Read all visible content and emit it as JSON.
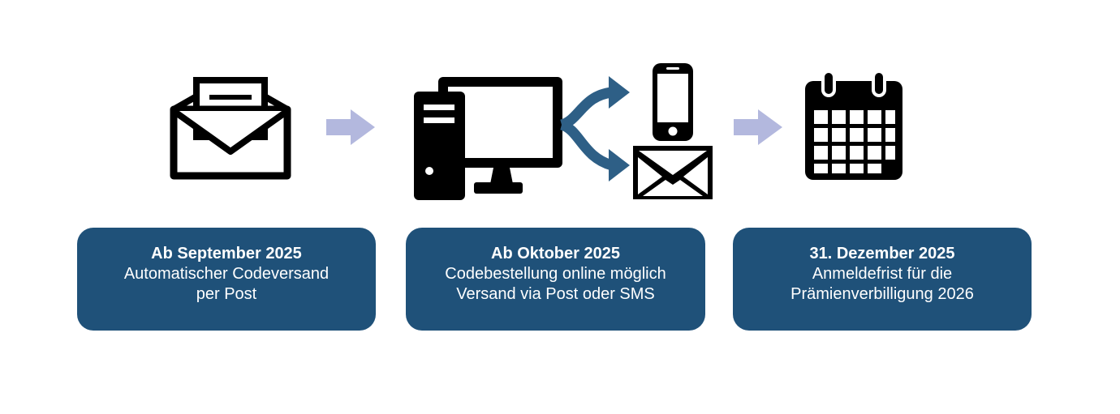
{
  "steps": [
    {
      "title": "Ab September 2025",
      "lines": [
        "Automatischer Codeversand",
        "per Post"
      ]
    },
    {
      "title": "Ab Oktober 2025",
      "lines": [
        "Codebestellung online möglich",
        "Versand via Post oder SMS"
      ]
    },
    {
      "title": "31. Dezember 2025",
      "lines": [
        "Anmeldefrist für die",
        "Prämienverbilligung 2026"
      ]
    }
  ],
  "icons": {
    "step1": "open-envelope-letter-icon",
    "step2": [
      "desktop-computer-icon",
      "split-arrow-icon",
      "smartphone-icon",
      "envelope-icon"
    ],
    "step3": "calendar-icon",
    "connectors": "arrow-right-icon"
  },
  "colors": {
    "box_background": "#1f5179",
    "box_text": "#ffffff",
    "connector_arrow": "#b3b8de",
    "split_arrow": "#2e5f86",
    "icon": "#000000"
  }
}
